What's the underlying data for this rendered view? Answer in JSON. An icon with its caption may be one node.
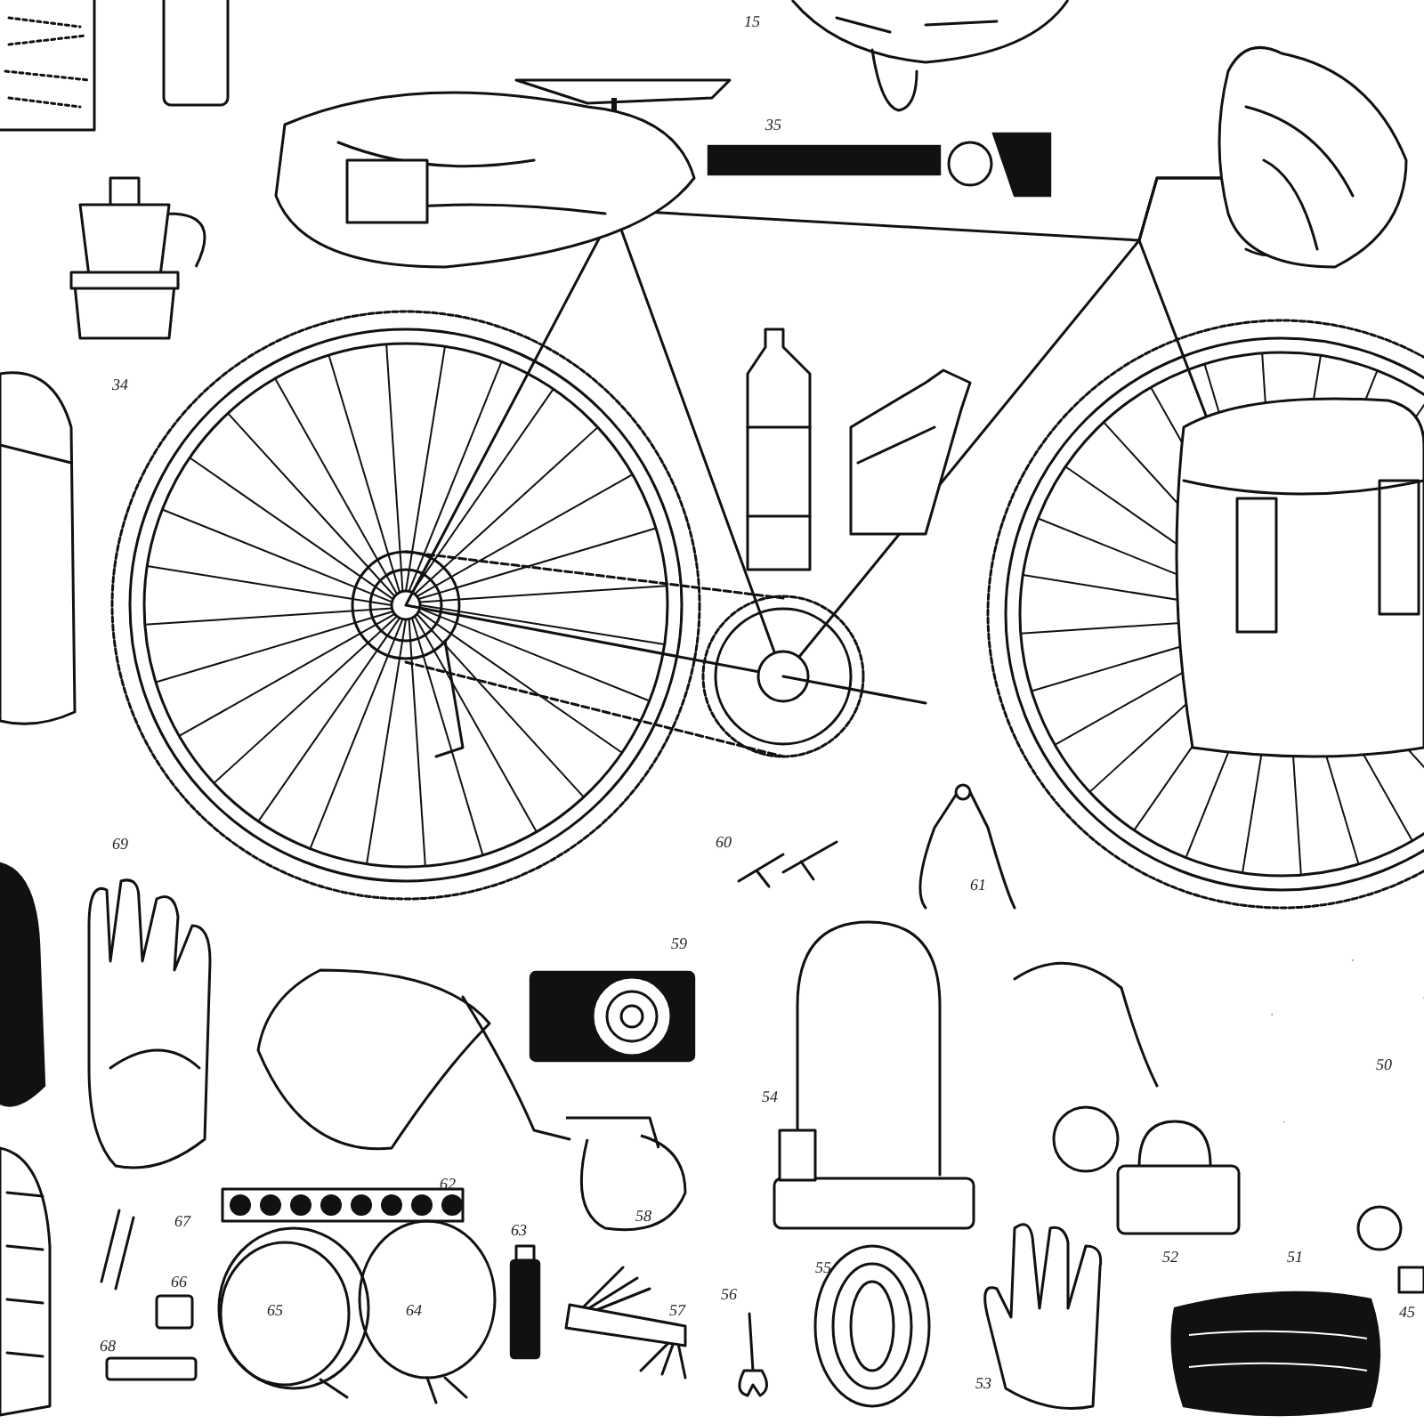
{
  "diagram": {
    "labels": [
      "15",
      "35",
      "34",
      "69",
      "60",
      "61",
      "59",
      "50",
      "54",
      "62",
      "58",
      "67",
      "63",
      "55",
      "52",
      "51",
      "66",
      "56",
      "65",
      "64",
      "57",
      "45",
      "68",
      "53"
    ]
  }
}
